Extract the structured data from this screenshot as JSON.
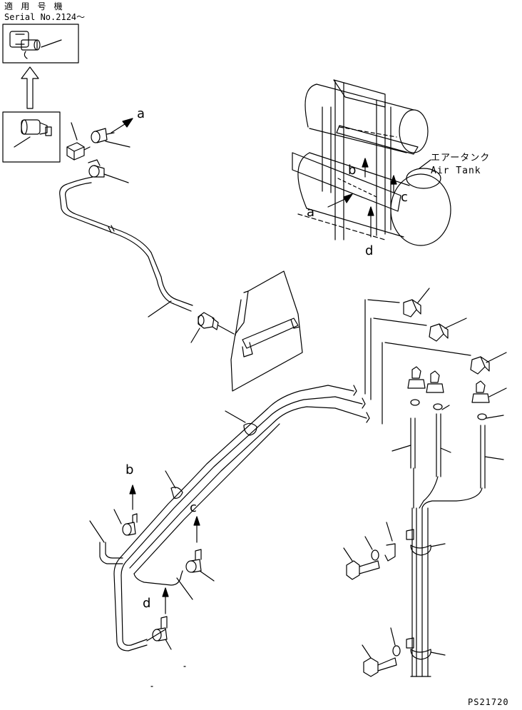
{
  "header": {
    "applicable_label": "適 用 号 機",
    "serial_label": "Serial No.2124～"
  },
  "labels": {
    "a": "a",
    "b": "b",
    "c": "c",
    "d": "d"
  },
  "air_tank": {
    "jp": "エアータンク",
    "en": "Air Tank"
  },
  "drawing_code": "PS21720"
}
